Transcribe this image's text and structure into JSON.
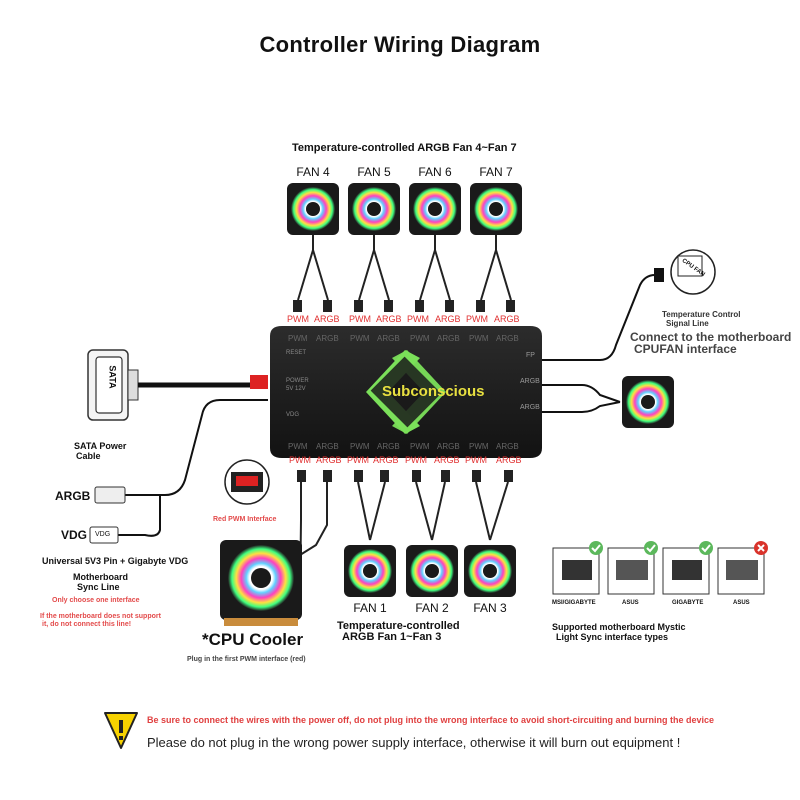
{
  "title": "Controller Wiring Diagram",
  "top_fans_label": "Temperature-controlled ARGB Fan 4~Fan 7",
  "top_fans": [
    "FAN 4",
    "FAN 5",
    "FAN 6",
    "FAN 7"
  ],
  "bottom_fans": [
    "FAN 1",
    "FAN 2",
    "FAN 3"
  ],
  "port_pwm": "PWM",
  "port_argb": "ARGB",
  "hub": {
    "brand": "Subconscious",
    "left_text_1": "POWER",
    "left_text_2": "5V 12V",
    "left_text_3": "RESET",
    "left_text_4": "VDG",
    "right_text_1": "FP",
    "right_text_2": "ARGB",
    "right_text_3": "ARGB"
  },
  "sata": {
    "plug_label": "SATA",
    "caption_1": "SATA Power",
    "caption_2": "Cable"
  },
  "argb_label": "ARGB",
  "vdg_label": "VDG",
  "vdg_plug": "VDG",
  "universal_text": "Universal 5V3 Pin + Gigabyte VDG",
  "motherboard_sync_1": "Motherboard",
  "motherboard_sync_2": "Sync Line",
  "only_one": "Only choose one interface",
  "not_support_1": "If the motherboard does not support",
  "not_support_2": "it, do not connect this line!",
  "red_pwm": "Red PWM Interface",
  "cpu_cooler": "*CPU Cooler",
  "cpu_plug": "Plug in the first PWM interface (red)",
  "bottom_fans_label_1": "Temperature-controlled",
  "bottom_fans_label_2": "ARGB Fan 1~Fan 3",
  "temp_signal_1": "Temperature Control",
  "temp_signal_2": "Signal Line",
  "connect_mb_1": "Connect to the motherboard",
  "connect_mb_2": "CPUFAN interface",
  "cpu_fan_header": "CPU FAN",
  "sync_types": [
    {
      "name": "MSI/GIGABYTE",
      "ok": true
    },
    {
      "name": "ASUS",
      "ok": true
    },
    {
      "name": "GIGABYTE",
      "ok": true
    },
    {
      "name": "ASUS",
      "ok": false
    }
  ],
  "sync_caption_1": "Supported motherboard Mystic",
  "sync_caption_2": "Light Sync interface types",
  "warning_red": "Be sure to connect the wires with the power off, do not plug into the wrong interface to avoid short-circuiting and burning the device",
  "warning_black": "Please do not plug in the wrong power supply interface, otherwise it will burn out equipment !",
  "colors": {
    "hub": "#222222",
    "accent_green": "#7be05a",
    "warning_red": "#e04040",
    "port_red": "#e03030",
    "check_green": "#5cb85c",
    "cross_red": "#d9332b"
  }
}
